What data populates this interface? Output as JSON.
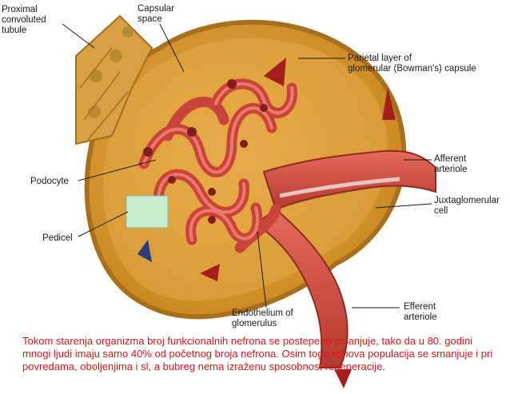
{
  "labels": {
    "proximal": "Proximal\nconvoluted\ntubule",
    "capsular": "Capsular\nspace",
    "parietal": "Parietal layer of\nglomerular (Bowman's) capsule",
    "afferent": "Afferent\narteriole",
    "juxta": "Juxtaglomerular\ncell",
    "podocyte": "Podocyte",
    "pedicel": "Pedicel",
    "endothelium": "Endothelium of\nglomerulus",
    "efferent": "Efferent\narteriole"
  },
  "caption": "Tokom starenja organizma broj funkcionalnih nefrona se postepeno smanjuje, tako da u 80. godini mnogi ljudi imaju samo 40% od početnog broja nefrona. Osim toga njihova populacija se smanjuje i pri povredama, oboljenjima i sl, a bubreg nema izraženu sposobnost regeneracije.",
  "colors": {
    "capsule_fill": "#e0a340",
    "capsule_edge": "#b97a1f",
    "tubule": "#d9a445",
    "capillary": "#d9534a",
    "arteriole": "#cf4d3f",
    "arrow": "#a51d1d",
    "inset": "#c8ecd0"
  }
}
